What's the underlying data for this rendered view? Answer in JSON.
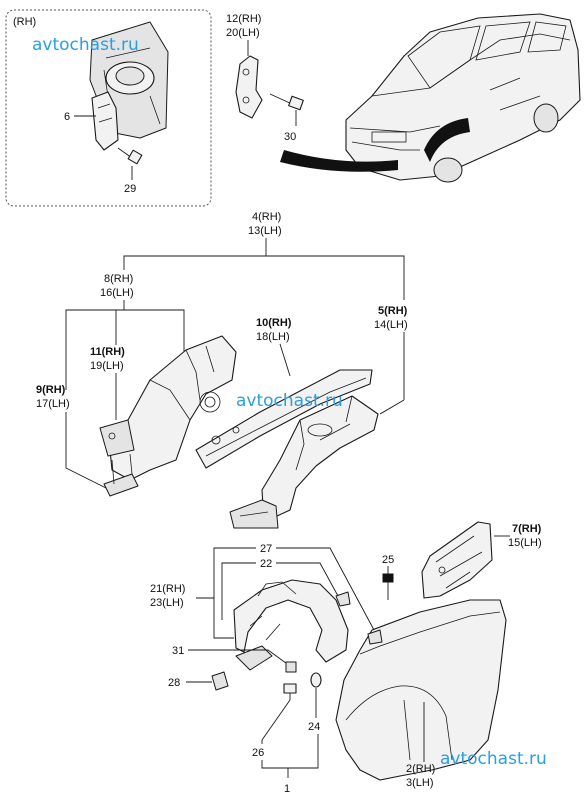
{
  "inset": {
    "label": "(RH)"
  },
  "watermarks": [
    "avtochast.ru",
    "avtochast.ru",
    "avtochast.ru"
  ],
  "callouts": {
    "c6": "6",
    "c29": "29",
    "c12": "12(RH)",
    "c20": "20(LH)",
    "c30": "30",
    "c4": "4(RH)",
    "c13": "13(LH)",
    "c8": "8(RH)",
    "c16": "16(LH)",
    "c10": "10(RH)",
    "c18": "18(LH)",
    "c5": "5(RH)",
    "c14": "14(LH)",
    "c11": "11(RH)",
    "c19": "19(LH)",
    "c9": "9(RH)",
    "c17": "17(LH)",
    "c25": "25",
    "c7": "7(RH)",
    "c15": "15(LH)",
    "c27": "27",
    "c22": "22",
    "c21": "21(RH)",
    "c23": "23(LH)",
    "c31": "31",
    "c28": "28",
    "c26": "26",
    "c24": "24",
    "c1": "1",
    "c2": "2(RH)",
    "c3": "3(LH)"
  }
}
